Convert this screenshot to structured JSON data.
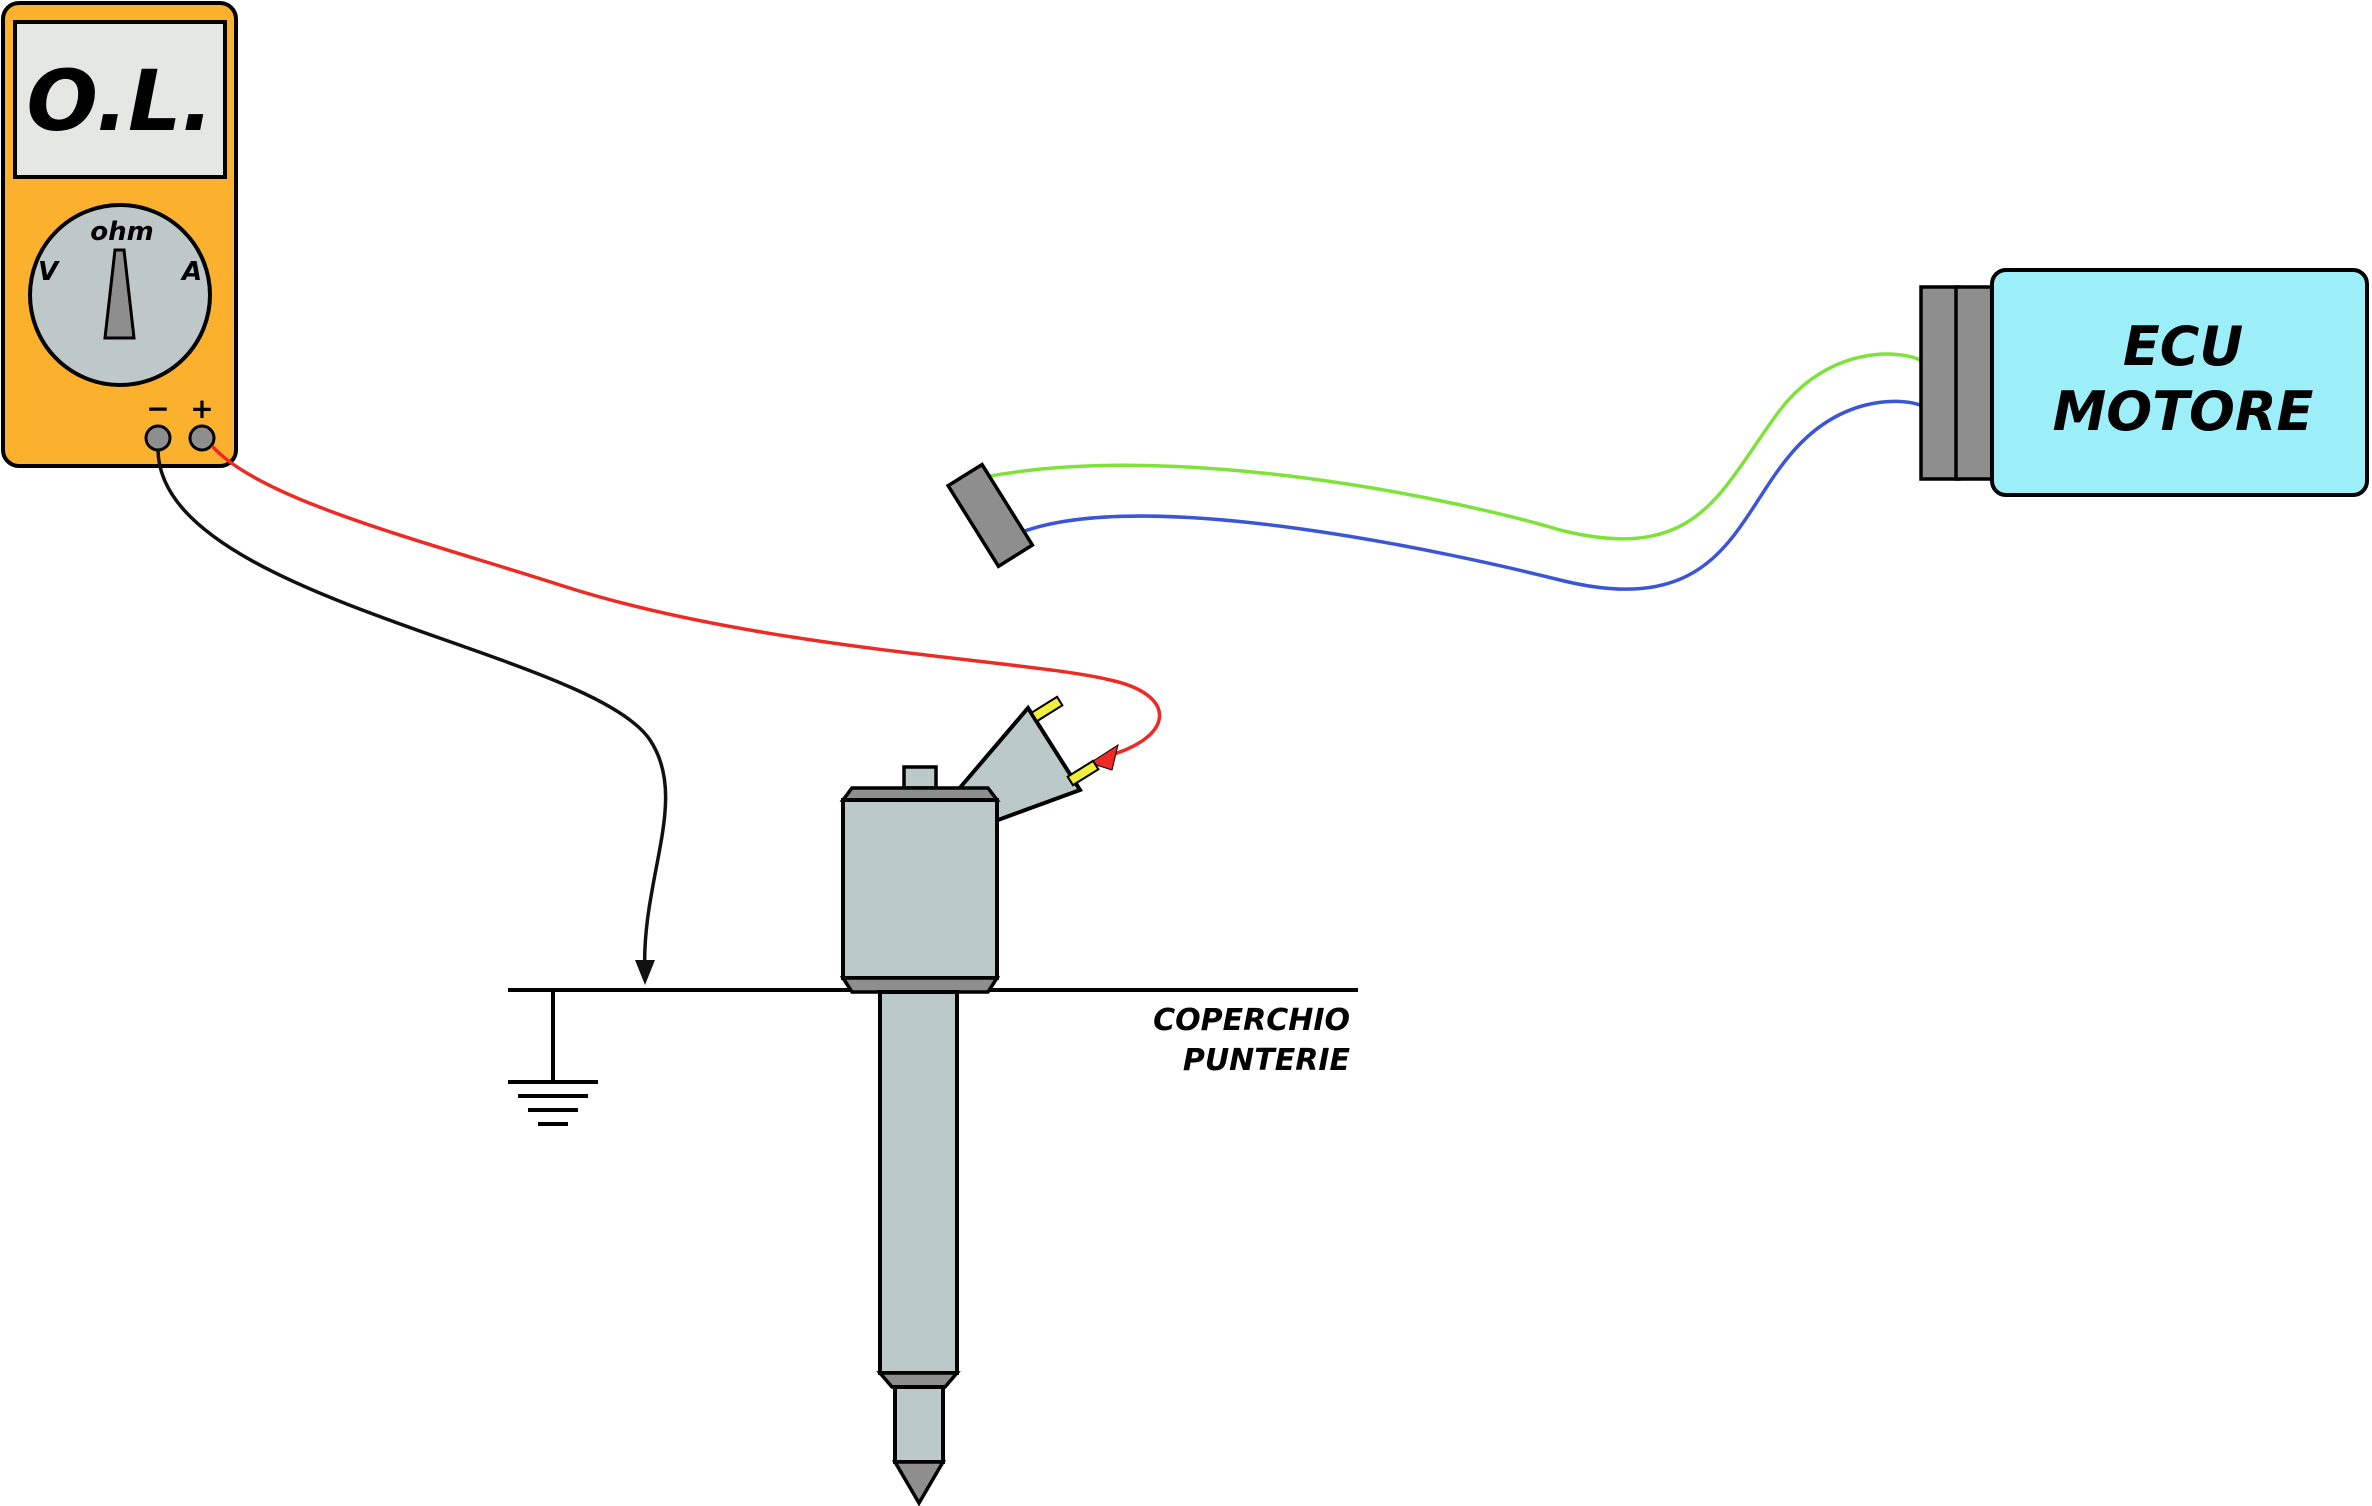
{
  "multimeter": {
    "display": "O.L.",
    "dial_ohm": "ohm",
    "dial_v": "V",
    "dial_a": "A",
    "terminal_minus": "−",
    "terminal_plus": "+",
    "body_color": "#fbb12e"
  },
  "ecu": {
    "line1": "ECU",
    "line2": "MOTORE",
    "body_color": "#9ceff9"
  },
  "ground": {
    "label_line1": "COPERCHIO",
    "label_line2": "PUNTERIE"
  },
  "colors": {
    "probe_red": "#ee2a24",
    "probe_black": "#111111",
    "wire_green": "#7ee23a",
    "wire_blue": "#3a56d6",
    "metal_gray": "#bcc9c9"
  }
}
